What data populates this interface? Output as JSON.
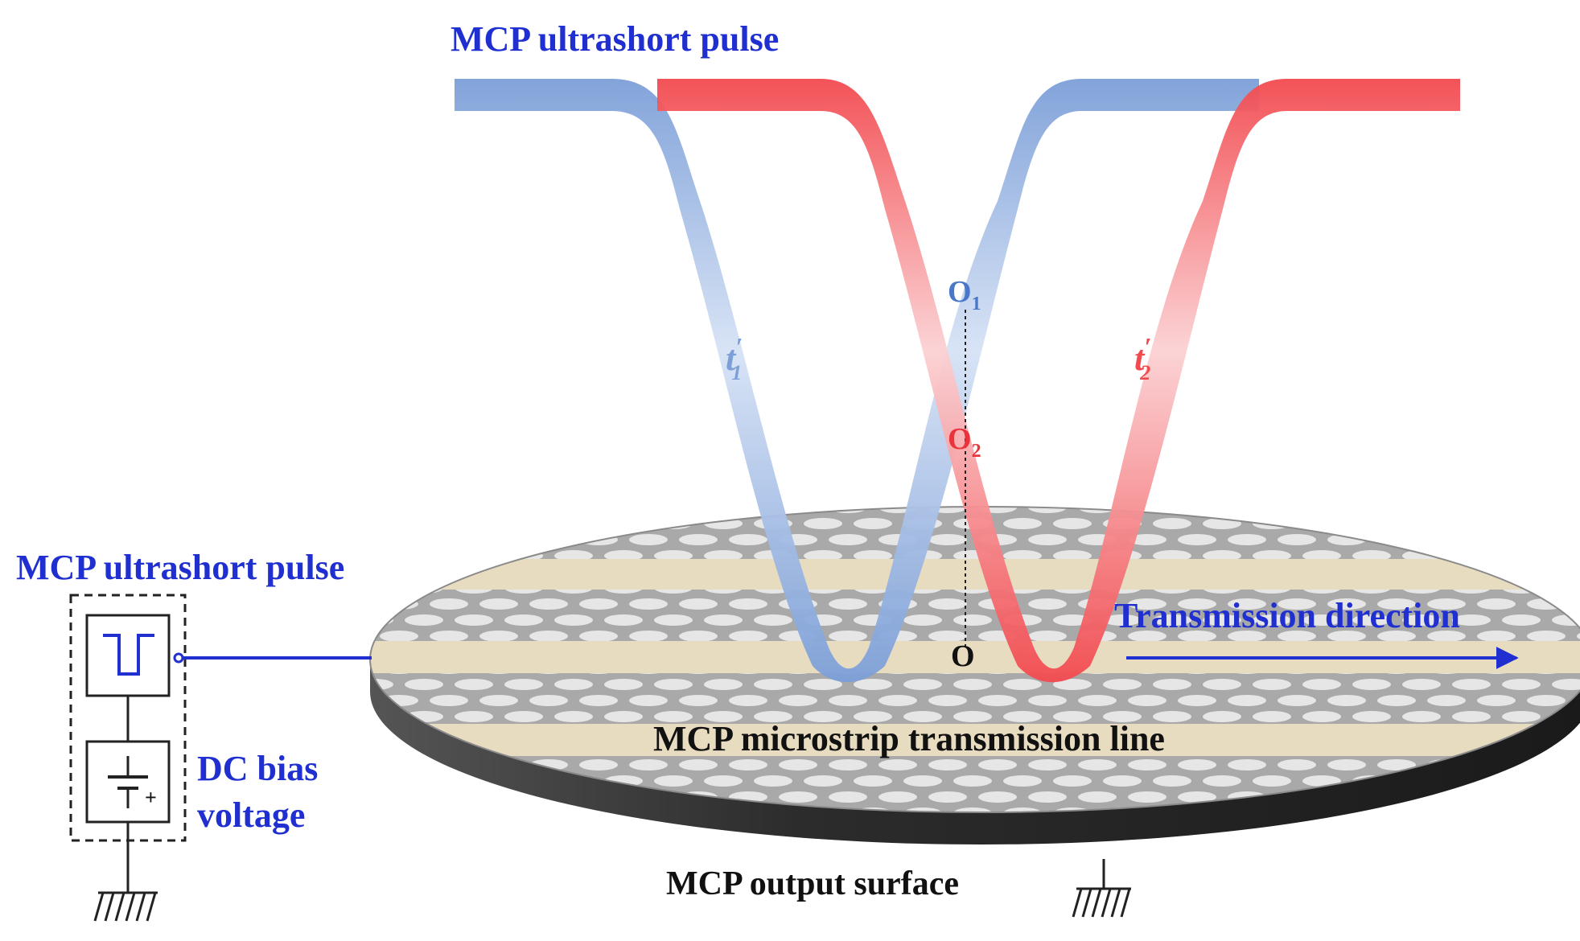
{
  "labels": {
    "top_pulse": "MCP ultrashort pulse",
    "left_pulse": "MCP ultrashort pulse",
    "dc_bias_line1": "DC bias",
    "dc_bias_line2": "voltage",
    "transmission_direction": "Transmission direction",
    "microstrip": "MCP microstrip transmission line",
    "output_surface": "MCP output surface",
    "point_o": "O",
    "point_o1": "O",
    "point_o1_sub": "1",
    "point_o2": "O",
    "point_o2_sub": "2",
    "t1_main": "t",
    "t1_sub": "1",
    "t1_prime": "′",
    "t2_main": "t",
    "t2_sub": "2",
    "t2_prime": "′",
    "battery_plus": "+"
  },
  "colors": {
    "pulse_blue": "#7c9fd8",
    "pulse_red": "#f24a4f",
    "label_blue": "#1f2fd0",
    "point_blue": "#4a78c8",
    "point_red": "#e8343a",
    "strip": "#e8dcc0",
    "disk_top": "#a9a9a9",
    "disk_side": "#2c2c2c",
    "hole": "#e6e6e6"
  }
}
